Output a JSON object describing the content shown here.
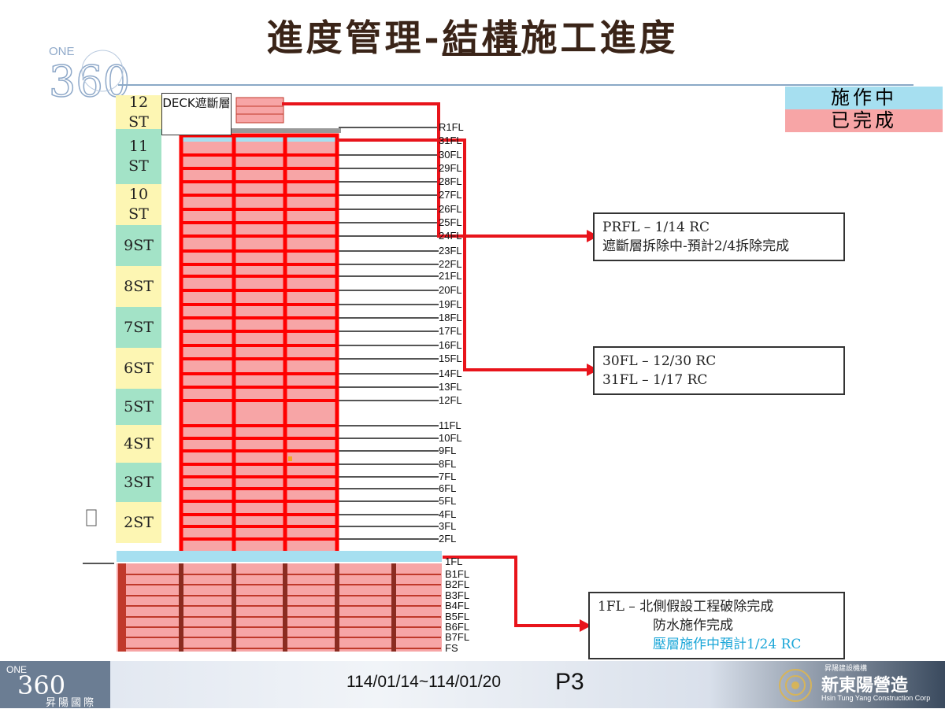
{
  "title": {
    "main": "進度管理-",
    "underlined": "結構",
    "rest": "施工進度"
  },
  "legend": {
    "active": "施作中",
    "done": "已完成"
  },
  "deck_label": "DECK遮斷層",
  "st_labels": [
    {
      "t1": "12",
      "t2": "ST"
    },
    {
      "t1": "11",
      "t2": "ST"
    },
    {
      "t1": "10",
      "t2": "ST"
    },
    {
      "t1": "9ST",
      "t2": ""
    },
    {
      "t1": "8ST",
      "t2": ""
    },
    {
      "t1": "7ST",
      "t2": ""
    },
    {
      "t1": "6ST",
      "t2": ""
    },
    {
      "t1": "5ST",
      "t2": ""
    },
    {
      "t1": "4ST",
      "t2": ""
    },
    {
      "t1": "3ST",
      "t2": ""
    },
    {
      "t1": "2ST",
      "t2": ""
    }
  ],
  "floor_labels": [
    "R1FL",
    "31FL",
    "30FL",
    "29FL",
    "28FL",
    "27FL",
    "26FL",
    "25FL",
    "24FL",
    "23FL",
    "22FL",
    "21FL",
    "20FL",
    "19FL",
    "18FL",
    "17FL",
    "16FL",
    "15FL",
    "14FL",
    "13FL",
    "12FL",
    "11FL",
    "10FL",
    "9FL",
    "8FL",
    "7FL",
    "6FL",
    "5FL",
    "4FL",
    "3FL",
    "2FL",
    "1FL",
    "B1FL",
    "B2FL",
    "B3FL",
    "B4FL",
    "B5FL",
    "B6FL",
    "B7FL",
    "FS"
  ],
  "callouts": {
    "prfl": {
      "line1": "PRFL  –  1/14 RC",
      "line2": "遮斷層拆除中-預計2/4拆除完成"
    },
    "fl30": {
      "line1": "30FL  –  12/30 RC",
      "line2": "31FL  –  1/17 RC"
    },
    "fl1": {
      "line1": "1FL  –  北側假設工程破除完成",
      "line2": "防水施作完成",
      "line3": "壓層施作中預計1/24 RC"
    }
  },
  "footer": {
    "dates": "114/01/14~114/01/20",
    "page": "P3",
    "logo_top": "ONE",
    "logo_num": "360",
    "logo_name": "昇陽國際",
    "company_small": "昇陽建設機構",
    "company": "新東陽營造",
    "company_en": "Hsin Tung Yang Construction Corp"
  },
  "colors": {
    "done": "#f7a5a6",
    "active": "#a6dff0",
    "frame": "#ff0000",
    "arrow": "#e8141b"
  }
}
